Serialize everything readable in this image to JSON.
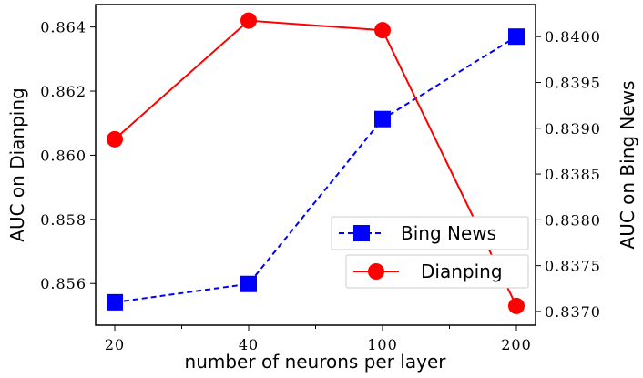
{
  "chart_data": {
    "type": "line",
    "x_categories": [
      "20",
      "40",
      "100",
      "200"
    ],
    "xlabel": "number of neurons per layer",
    "ylabel_left": "AUC on Dianping",
    "ylabel_right": "AUC on Bing News",
    "ylim_left": [
      0.8547,
      0.8647
    ],
    "ylim_right": [
      0.83685,
      0.84035
    ],
    "yticks_left": [
      "0.856",
      "0.858",
      "0.860",
      "0.862",
      "0.864"
    ],
    "yticks_right": [
      "0.8370",
      "0.8375",
      "0.8380",
      "0.8385",
      "0.8390",
      "0.8395",
      "0.8400"
    ],
    "grid": false,
    "legend_placement": "center-right",
    "series": [
      {
        "name": "Bing News",
        "axis": "right",
        "color": "#0000ff",
        "linestyle": "dashed",
        "marker": "square",
        "values": [
          0.8371,
          0.8373,
          0.8391,
          0.84
        ]
      },
      {
        "name": "Dianping",
        "axis": "left",
        "color": "#ff0000",
        "linestyle": "solid",
        "marker": "circle",
        "values": [
          0.8605,
          0.8642,
          0.8639,
          0.8553
        ]
      }
    ]
  }
}
